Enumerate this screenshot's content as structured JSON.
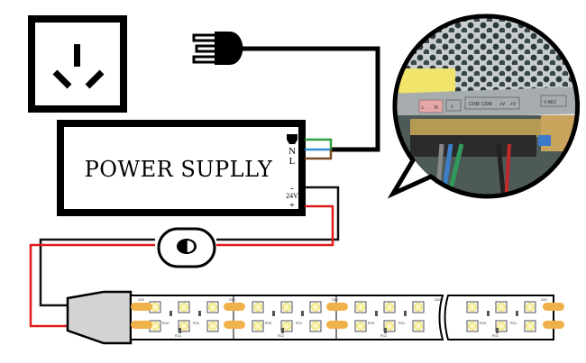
{
  "diagram": {
    "title": "LED strip wiring diagram",
    "power_supply": {
      "label": "POWER SUPLLY",
      "input_terminals": [
        "N",
        "L"
      ],
      "output_terminals": [
        "-",
        "24V",
        "+"
      ]
    },
    "wire_colors": {
      "ground": "#2e9e3e",
      "neutral": "#2f8fd0",
      "live": "#7a4a22",
      "negative": "#111111",
      "positive": "#e01a1a"
    },
    "photo_inset": {
      "terminal_labels": [
        "L",
        "N",
        "⏚",
        "COM",
        "COM",
        "+V",
        "+V",
        "V ADJ"
      ]
    },
    "led_strip": {
      "voltage_label": "24V",
      "resistor_labels": [
        "R10",
        "R11",
        "R11"
      ],
      "pad_labels": [
        "+",
        "-"
      ]
    },
    "components": [
      "wall-socket",
      "mains-plug",
      "power-supply",
      "switch",
      "connector",
      "led-strip"
    ]
  }
}
